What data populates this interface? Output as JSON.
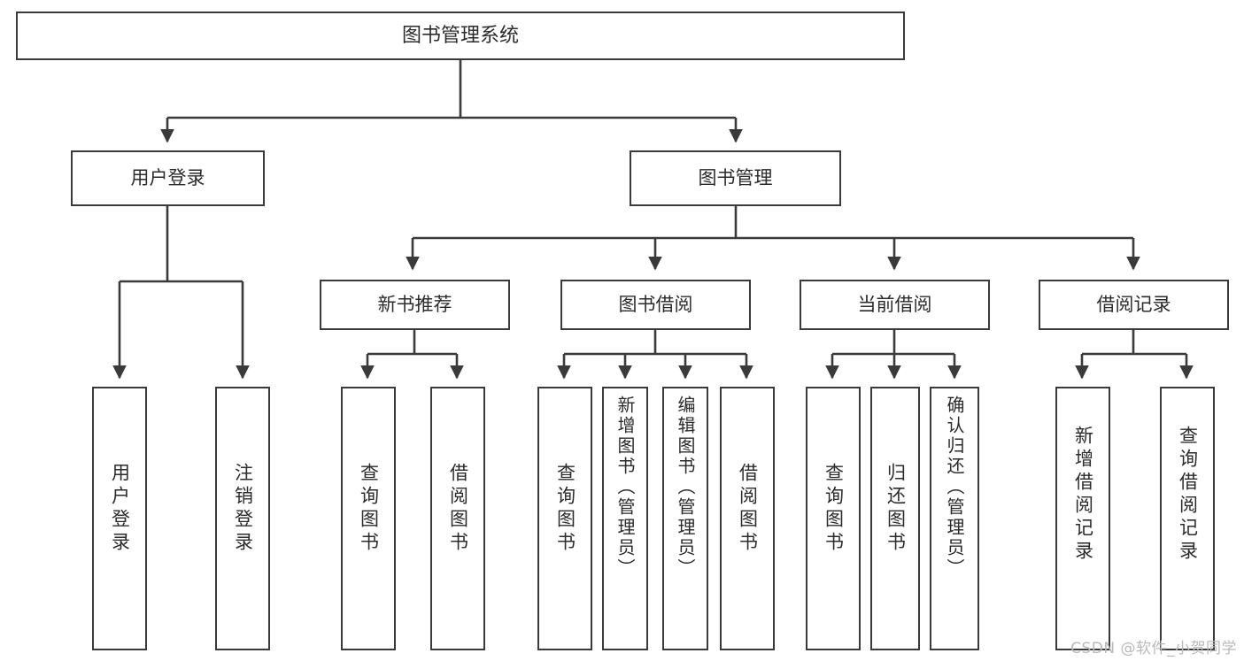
{
  "diagram": {
    "title": "图书管理系统",
    "type": "tree",
    "orientation": "top-down",
    "colors": {
      "box_border": "#3a3a3a",
      "box_fill": "#ffffff",
      "text": "#2b2b2b",
      "connector": "#3a3a3a",
      "background": "#ffffff",
      "watermark": "#b9b9b9"
    },
    "watermark": "CSDN @软件_小贺同学",
    "nodes": {
      "root": {
        "label": "图书管理系统"
      },
      "level2": [
        {
          "label": "用户登录"
        },
        {
          "label": "图书管理"
        }
      ],
      "level3": [
        {
          "label": "新书推荐"
        },
        {
          "label": "图书借阅"
        },
        {
          "label": "当前借阅"
        },
        {
          "label": "借阅记录"
        }
      ],
      "leaves": {
        "user_login": [
          {
            "label": "用户登录"
          },
          {
            "label": "注销登录"
          }
        ],
        "new_book_recommend": [
          {
            "label": "查询图书"
          },
          {
            "label": "借阅图书"
          }
        ],
        "book_borrow": [
          {
            "label": "查询图书"
          },
          {
            "label": "新增图书（管理员）"
          },
          {
            "label": "编辑图书（管理员）"
          },
          {
            "label": "借阅图书"
          }
        ],
        "current_borrow": [
          {
            "label": "查询图书"
          },
          {
            "label": "归还图书"
          },
          {
            "label": "确认归还（管理员）"
          }
        ],
        "borrow_record": [
          {
            "label": "新增借阅记录"
          },
          {
            "label": "查询借阅记录"
          }
        ]
      }
    }
  }
}
